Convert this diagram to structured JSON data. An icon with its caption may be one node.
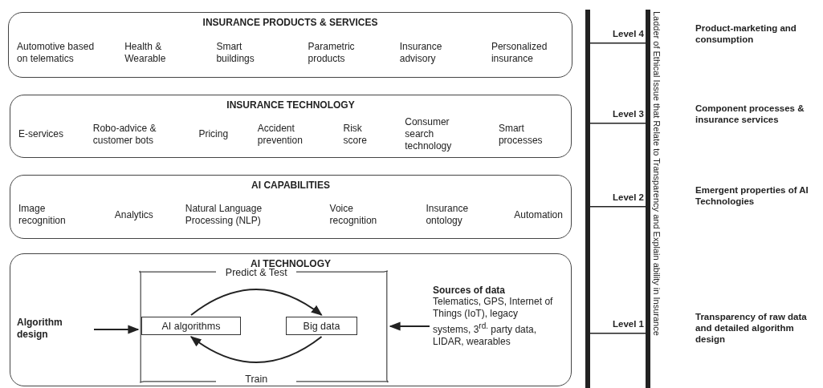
{
  "diagram": {
    "nodes": [
      {
        "text": [
          "INSURANCE PRODUCTS & SERVICES",
          "Automotive based on telematics",
          "Health & Wearable",
          "Smart buildings",
          "Parametric products",
          "Insurance advisory",
          "Personalized insurance"
        ]
      },
      {
        "text": [
          "INSURANCE TECHNOLOGY",
          "E-services",
          "Robo-advice & customer bots",
          "Pricing",
          "Accident prevention",
          "Risk score",
          "Consumer search technology",
          "Smart processes"
        ]
      },
      {
        "text": [
          "AI CAPABILITIES",
          "Image recognition",
          "Analytics",
          "Natural Language Processing (NLP)",
          "Voice recognition",
          "Insurance ontology",
          "Automation"
        ]
      },
      {
        "text": [
          "AI TECHNOLOGY"
        ]
      },
      {
        "text": [],
        "shape": "box",
        "in": 3
      },
      {
        "text": [
          "AI algorithms"
        ],
        "in": 4
      },
      {
        "text": [
          "Big data"
        ],
        "in": 4
      },
      {
        "text": [
          "Algorithm design"
        ],
        "in": 3
      },
      {
        "text": [
          "Sources of data",
          "Telematics, GPS, Internet of Things (IoT), legacy systems, 3$^{rd.}$ party data, LIDAR, wearables"
        ],
        "in": 3
      }
    ],
    "edges": [
      {
        "from": 5,
        "to": 6,
        "arrow": "to",
        "label": "Predict & Test"
      },
      {
        "from": 6,
        "to": 5,
        "arrow": "to",
        "label": "Train"
      },
      {
        "from": 7,
        "to": 4,
        "arrow": "to"
      },
      {
        "from": 8,
        "to": 4,
        "arrow": "to"
      }
    ],
    "labels": [
      "Ladder of Ethical Issue that Relate to Transparency and Explain ability in Insurance",
      "Level 4",
      "Product-marketing and consumption",
      "Level 3",
      "Component processes & insurance services",
      "Level 2",
      "Emergent properties of AI Technologies",
      "Level 1",
      "Transparency of raw data and detailed algorithm design"
    ]
  }
}
